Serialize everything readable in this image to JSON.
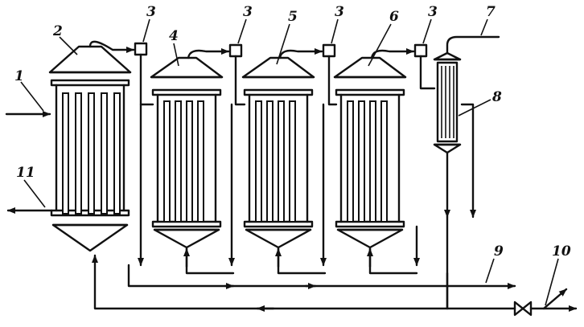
{
  "labels": {
    "feed_in": "1",
    "vessel_1": "2",
    "separator_1": "3",
    "separator_2": "3",
    "separator_3": "3",
    "separator_4": "3",
    "vessel_2": "4",
    "vessel_3": "5",
    "vessel_4": "6",
    "vapor_out": "7",
    "condenser": "8",
    "condensate_out": "9",
    "product_out": "10",
    "steam_out": "11"
  }
}
